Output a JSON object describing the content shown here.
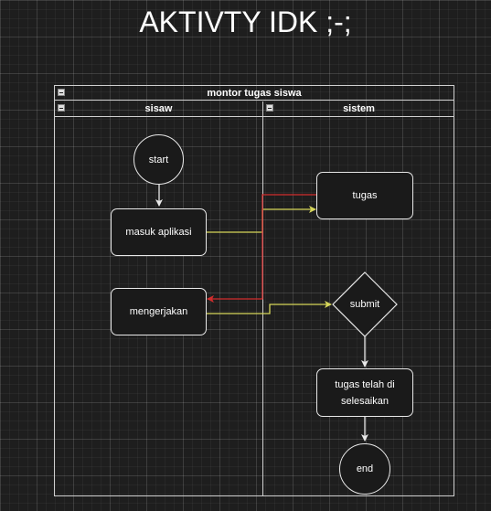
{
  "title": "AKTIVTY IDK ;-;",
  "pool": {
    "label": "montor tugas siswa",
    "lanes": [
      {
        "label": "sisaw"
      },
      {
        "label": "sistem"
      }
    ]
  },
  "nodes": {
    "start": "start",
    "masuk": "masuk aplikasi",
    "tugas": "tugas",
    "mengerjakan": "mengerjakan",
    "submit": "submit",
    "selesai": "tugas telah di selesaikan",
    "end": "end"
  },
  "colors": {
    "background": "#1e1e1e",
    "node_fill": "#1a1a1a",
    "stroke": "#e8e8e8",
    "connector_yellow": "#d6d65a",
    "connector_red": "#d22d2d"
  }
}
